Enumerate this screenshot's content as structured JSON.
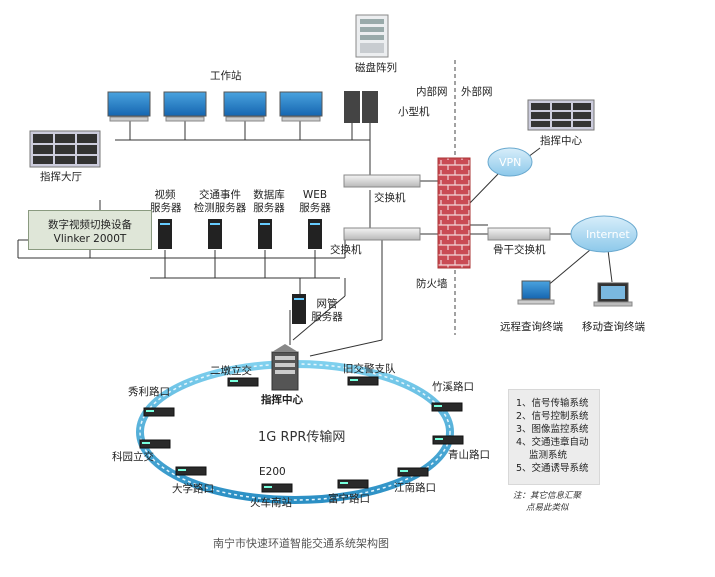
{
  "title": "南宁市快速环道智能交通系统架构图",
  "zones": {
    "internal": "内部网",
    "external": "外部网"
  },
  "devices": {
    "disk_array": "磁盘阵列",
    "workstations": "工作站",
    "minicomputer": "小型机",
    "command_hall": "指挥大厅",
    "video_switch_line1": "数字视频切换设备",
    "video_switch_line2": "Vlinker 2000T",
    "video_server": [
      "视频",
      "服务器"
    ],
    "traffic_event_server": [
      "交通事件",
      "检测服务器"
    ],
    "database_server": [
      "数据库",
      "服务器"
    ],
    "web_server": [
      "WEB",
      "服务器"
    ],
    "switch_top": "交换机",
    "switch_main": "交换机",
    "nms_server": [
      "网管",
      "服务器"
    ],
    "firewall": "防火墙",
    "vpn": "VPN",
    "remote_command_center": "指挥中心",
    "backbone_switch": "骨干交换机",
    "internet": "Internet",
    "remote_terminal": "远程查询终端",
    "mobile_terminal": "移动查询终端",
    "core_command_center": "指挥中心"
  },
  "ring": {
    "title": "1G RPR传输网",
    "nodes": [
      "二墩立交",
      "旧交警支队",
      "竹溪路口",
      "青山路口",
      "江南路口",
      "富宁路口",
      "火车南站",
      "E200",
      "大学路口",
      "科园立交",
      "秀利路口"
    ]
  },
  "legend": {
    "items": [
      "1、信号传输系统",
      "2、信号控制系统",
      "3、图像监控系统",
      "4、交通违章自动",
      "监测系统",
      "5、交通诱导系统"
    ]
  },
  "note": [
    "注：其它信息汇聚",
    "点易此类似"
  ]
}
